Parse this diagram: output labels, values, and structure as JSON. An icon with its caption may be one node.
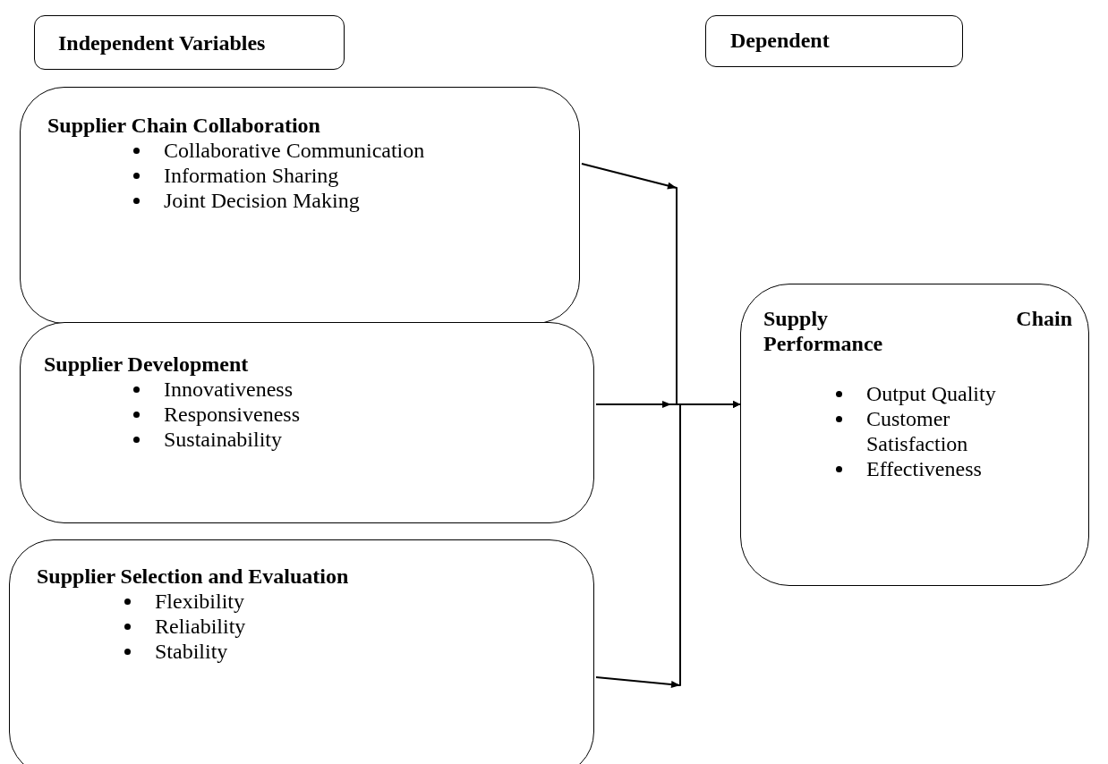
{
  "diagram": {
    "nodes": [
      {
        "text": [
          "Independent Variables"
        ]
      },
      {
        "text": [
          "Dependent"
        ]
      },
      {
        "text": [
          "Supplier Chain Collaboration",
          "Collaborative Communication",
          "Information Sharing",
          "Joint Decision Making"
        ]
      },
      {
        "text": [
          "Supplier Development",
          "Innovativeness",
          "Responsiveness",
          "Sustainability"
        ]
      },
      {
        "text": [
          "Supplier Selection and Evaluation",
          "Flexibility",
          "Reliability",
          "Stability"
        ]
      },
      {
        "text": [
          "Supply Chain Performance",
          "Output Quality",
          "Customer Satisfaction",
          "Effectiveness"
        ]
      }
    ],
    "edges": [
      {
        "from": 2,
        "to": 5,
        "arrow": "to"
      },
      {
        "from": 3,
        "to": 5,
        "arrow": "to"
      },
      {
        "from": 4,
        "to": 5,
        "arrow": "to"
      }
    ]
  }
}
